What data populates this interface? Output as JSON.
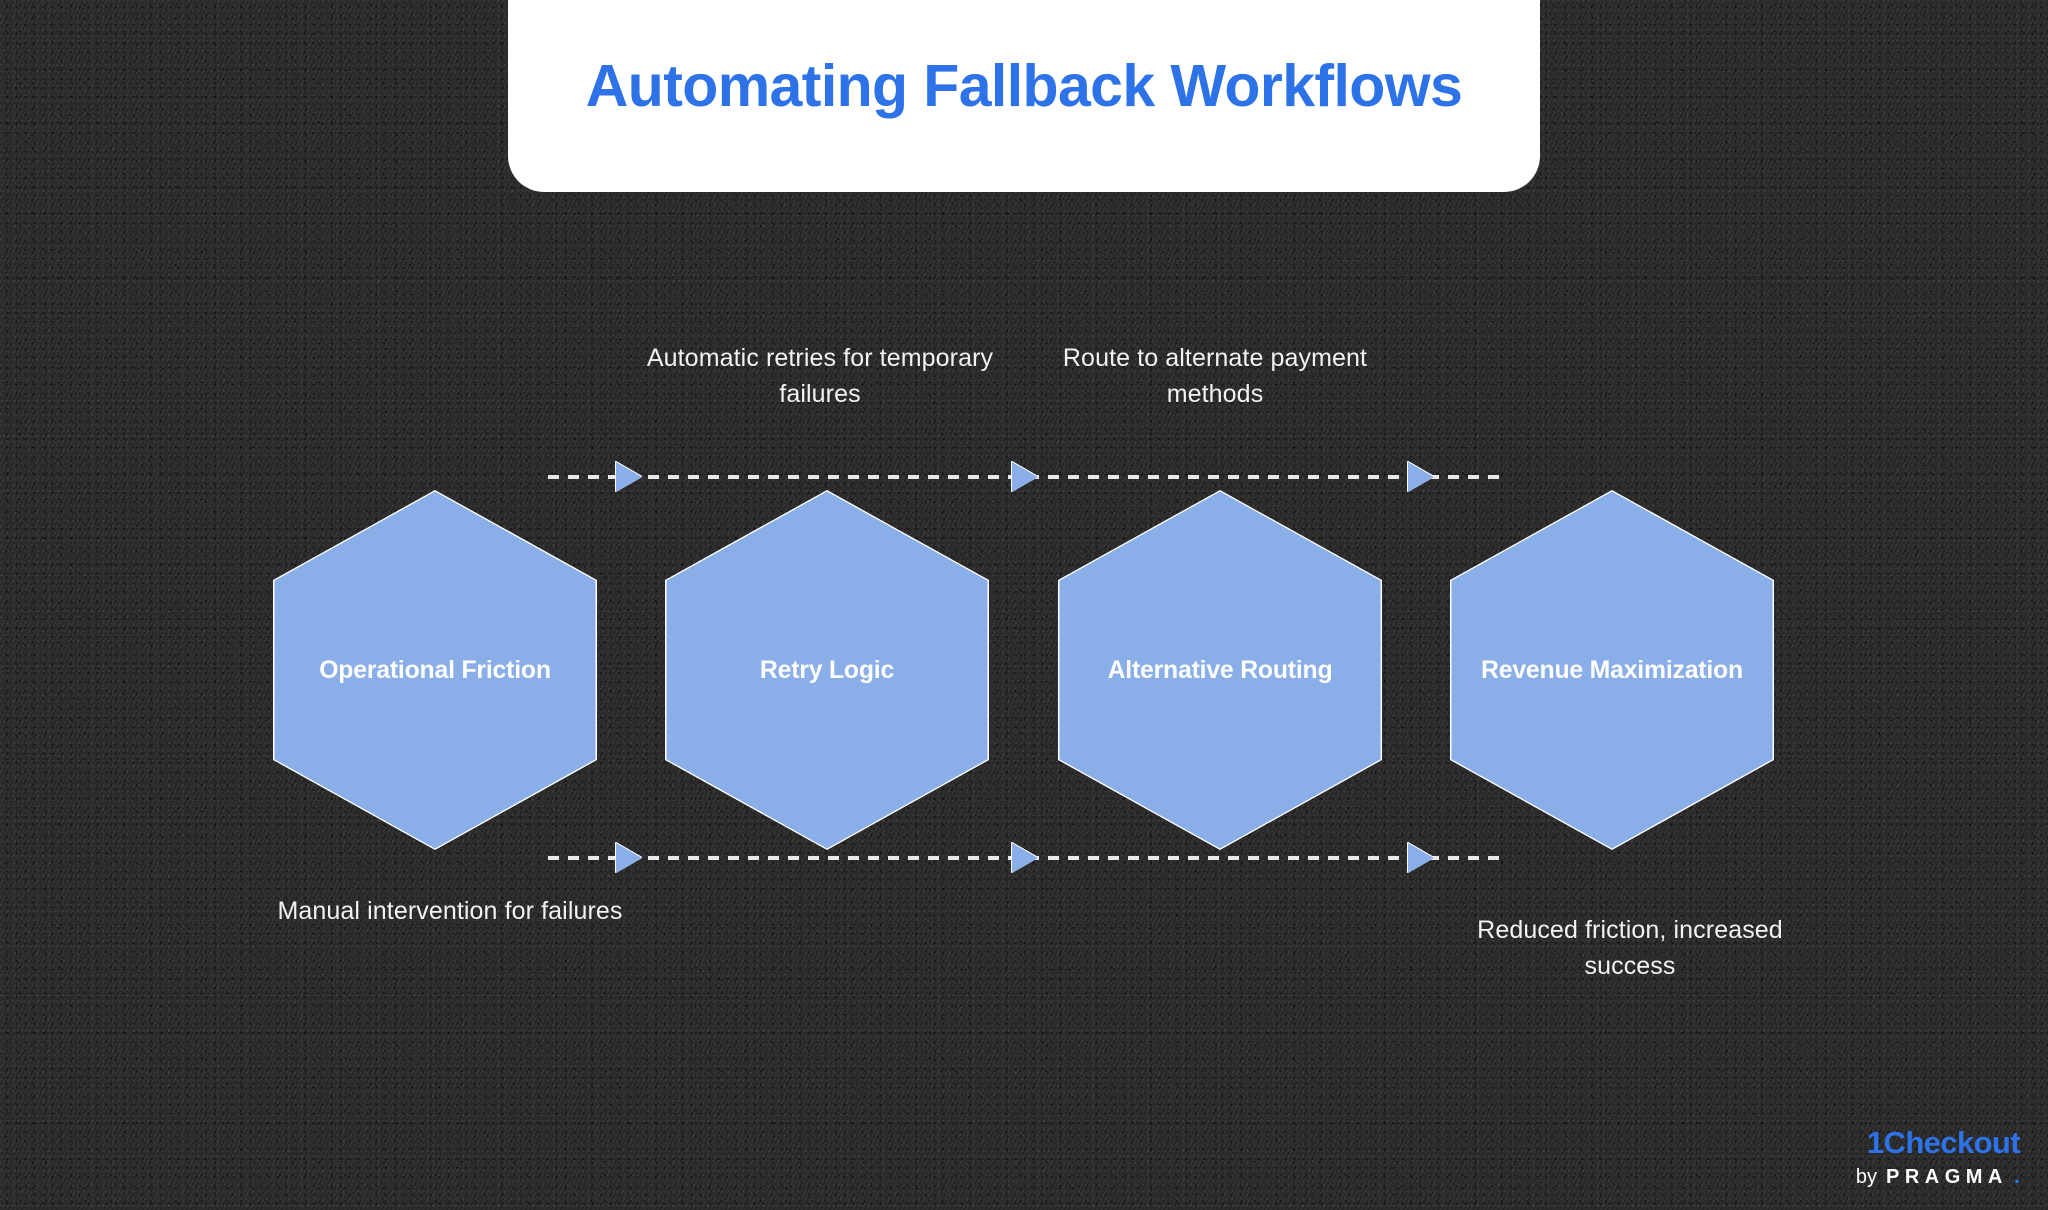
{
  "slide": {
    "title": "Automating Fallback Workflows",
    "background_color": "#2b2b2b",
    "accent_color": "#2E72E8",
    "node_color": "#8AAEE8"
  },
  "nodes": [
    {
      "label": "Operational Friction"
    },
    {
      "label": "Retry Logic"
    },
    {
      "label": "Alternative Routing"
    },
    {
      "label": "Revenue Maximization"
    }
  ],
  "top_annotations": [
    {
      "text": "Automatic retries for temporary failures"
    },
    {
      "text": "Route to alternate payment methods"
    }
  ],
  "bottom_annotations": [
    {
      "text": "Manual intervention for failures"
    },
    {
      "text": "Reduced friction, increased success"
    }
  ],
  "brand": {
    "name": "1Checkout",
    "by": "by",
    "parent": "PRAGMA",
    "dot": "."
  }
}
